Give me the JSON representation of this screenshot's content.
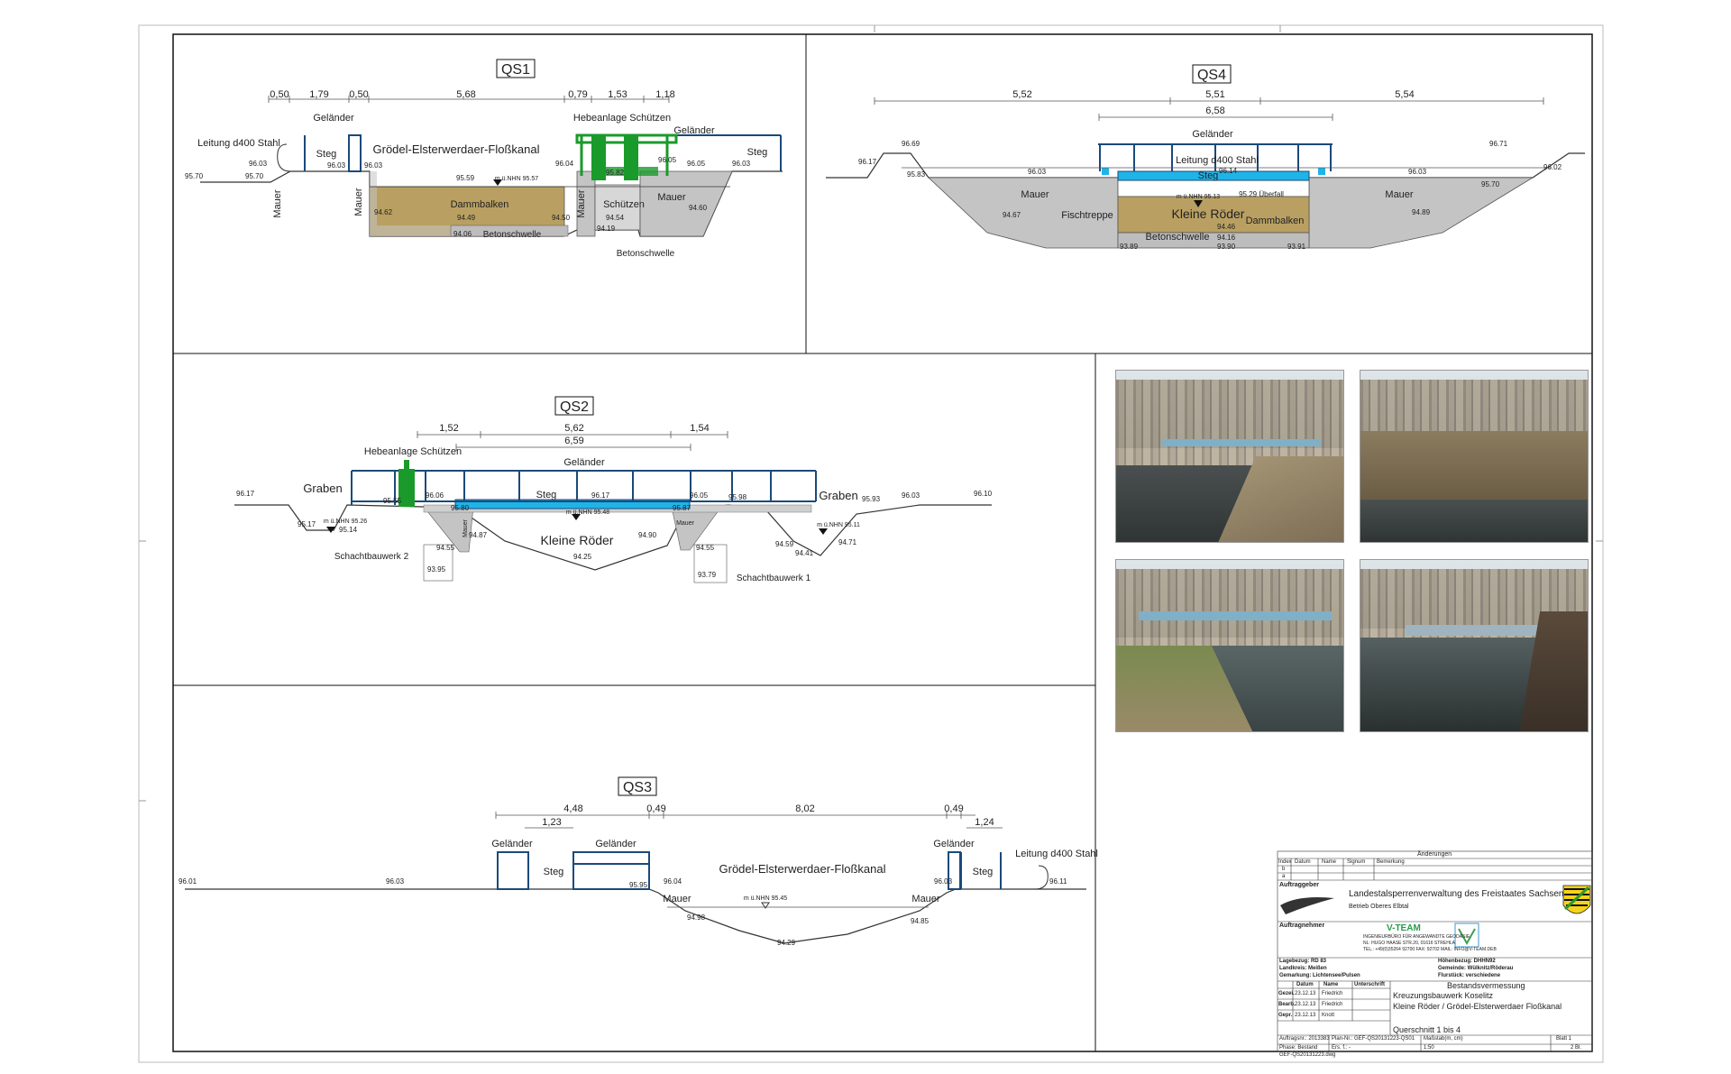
{
  "sections": {
    "qs1": {
      "title": "QS1",
      "dims": [
        "0,50",
        "1,79",
        "0,50",
        "5,68",
        "0,79",
        "1,53",
        "1,18"
      ],
      "labels": {
        "gelaender_left": "Geländer",
        "hebeanlage": "Hebeanlage Schützen",
        "gelaender_right": "Geländer",
        "leitung": "Leitung d400 Stahl",
        "steg_left": "Steg",
        "kanal": "Grödel-Elsterwerdaer-Floßkanal",
        "steg_right": "Steg",
        "mauer1": "Mauer",
        "mauer2": "Mauer",
        "mauer3": "Mauer",
        "mauer4": "Mauer",
        "dammbalken": "Dammbalken",
        "schuetzen": "Schützen",
        "betonschwelle": "Betonschwelle",
        "betonschwelle2": "Betonschwelle",
        "nhn": "m ü.NHN 95.57"
      },
      "elevations": [
        "95.70",
        "96.03",
        "95.70",
        "96.03",
        "96.03",
        "95.59",
        "96.04",
        "96.05",
        "96.05",
        "96.03",
        "94.62",
        "94.49",
        "94.50",
        "94.54",
        "94.60",
        "94.06",
        "94.19",
        "95.82"
      ]
    },
    "qs4": {
      "title": "QS4",
      "dims": [
        "5,52",
        "5,51",
        "5,54",
        "6,58"
      ],
      "labels": {
        "gelaender": "Geländer",
        "leitung": "Leitung d400 Stahl",
        "steg": "Steg",
        "mauer_left": "Mauer",
        "mauer_right": "Mauer",
        "fischtreppe": "Fischtreppe",
        "kleine_roeder": "Kleine Röder",
        "dammbalken": "Dammbalken",
        "betonschwelle": "Betonschwelle",
        "ueberfall": "95.29 Überfall",
        "nhn": "m ü.NHN 95.13"
      },
      "elevations": [
        "96.69",
        "96.17",
        "95.83",
        "96.03",
        "96.14",
        "96.03",
        "95.70",
        "96.71",
        "96.02",
        "94.67",
        "94.89",
        "94.46",
        "94.16",
        "93.89",
        "93.90",
        "93.91"
      ]
    },
    "qs2": {
      "title": "QS2",
      "dims": [
        "1,52",
        "5,62",
        "1,54",
        "6,59"
      ],
      "labels": {
        "hebeanlage": "Hebeanlage Schützen",
        "gelaender": "Geländer",
        "graben_left": "Graben",
        "steg": "Steg",
        "graben_right": "Graben",
        "kleine_roeder": "Kleine Röder",
        "schacht2": "Schachtbauwerk 2",
        "schacht1": "Schachtbauwerk 1",
        "mauer_left": "Mauer",
        "mauer_right": "Mauer",
        "nhn_left": "m ü.NHN 95.26",
        "nhn_mid": "m ü.NHN 95.48",
        "nhn_right": "m ü.NHN 95.11"
      },
      "elevations": [
        "96.17",
        "96.06",
        "95.55",
        "96.17",
        "96.05",
        "95.98",
        "95.93",
        "96.03",
        "96.10",
        "95.17",
        "95.14",
        "95.80",
        "95.87",
        "94.87",
        "94.90",
        "94.55",
        "94.55",
        "93.95",
        "94.25",
        "93.79",
        "94.59",
        "94.41",
        "94.71"
      ]
    },
    "qs3": {
      "title": "QS3",
      "dims": [
        "4,48",
        "1,23",
        "0,49",
        "8,02",
        "0,49",
        "1,24"
      ],
      "labels": {
        "gelaender1": "Geländer",
        "gelaender2": "Geländer",
        "gelaender3": "Geländer",
        "steg_left": "Steg",
        "steg_right": "Steg",
        "kanal": "Grödel-Elsterwerdaer-Floßkanal",
        "leitung": "Leitung d400 Stahl",
        "mauer_left": "Mauer",
        "mauer_right": "Mauer",
        "nhn": "m ü.NHN 95.45"
      },
      "elevations": [
        "96.01",
        "96.03",
        "95.95",
        "96.04",
        "96.03",
        "96.11",
        "94.98",
        "94.85",
        "94.29"
      ]
    }
  },
  "title_block": {
    "aenderungen": "Änderungen",
    "rev_headers": [
      "Index",
      "Datum",
      "Name",
      "Signum",
      "Bemerkung"
    ],
    "rev_rows": [
      "b",
      "a"
    ],
    "auftraggeber_label": "Auftraggeber",
    "auftraggeber": "Landestalsperrenverwaltung des Freistaates Sachsen",
    "betrieb": "Betrieb Oberes Elbtal",
    "auftragnehmer_label": "Auftragnehmer",
    "vteam": "V-TEAM",
    "vteam_line1": "INGENIEURBÜRO FÜR ANGEWANDTE GEODÄSIE",
    "vteam_line2": "NL: HUGO HAASE STR.20, 01616 STREHLA",
    "vteam_line3": "TEL.: +49(0)35264 92700 FAX: 92702 MAIL: INFO@V-TEAM.DEB",
    "lagebezug": "Lagebezug: RD 83",
    "landkreis": "Landkreis: Meißen",
    "gemarkung": "Gemarkung: Lichtensee/Pulsen",
    "hoehenbezug": "Höhenbezug: DHHN92",
    "gemeinde": "Gemeinde: Wülknitz/Röderau",
    "flurstueck": "Flurstück: verschiedene",
    "sign_headers": [
      "Datum",
      "Name",
      "Unterschrift"
    ],
    "sign_rows": [
      {
        "role": "Gezei.",
        "date": "23.12.13",
        "name": "Friedrich"
      },
      {
        "role": "Bearb.",
        "date": "23.12.13",
        "name": "Friedrich"
      },
      {
        "role": "Gepr.",
        "date": "23.12.13",
        "name": "Knott"
      }
    ],
    "subject1": "Bestandsvermessung",
    "subject2": "Kreuzungsbauwerk Koselitz",
    "subject3": "Kleine Röder / Grödel-Elsterwerdaer Floßkanal",
    "subject4": "Querschnitt 1 bis 4",
    "auftragsnr": "Auftragsnr.: 2013383",
    "phase": "Phase: Bestand",
    "plannr": "Plan-Nr.: GEF-QS20131223-QS01",
    "ers": "Ers. f.: -",
    "massstab": "Maßstab(m, cm)",
    "massstab_val": "1:50",
    "blatt": "Blatt 1",
    "blatt_val": "2 Bl.",
    "file": "GEF-QS20131223.dwg"
  },
  "colors": {
    "dammbalken": "#b9a062",
    "concrete": "#c4c4c4",
    "steg_blue": "#1fb4e8",
    "railing": "#1a4a7a",
    "green": "#1a9a2a"
  }
}
